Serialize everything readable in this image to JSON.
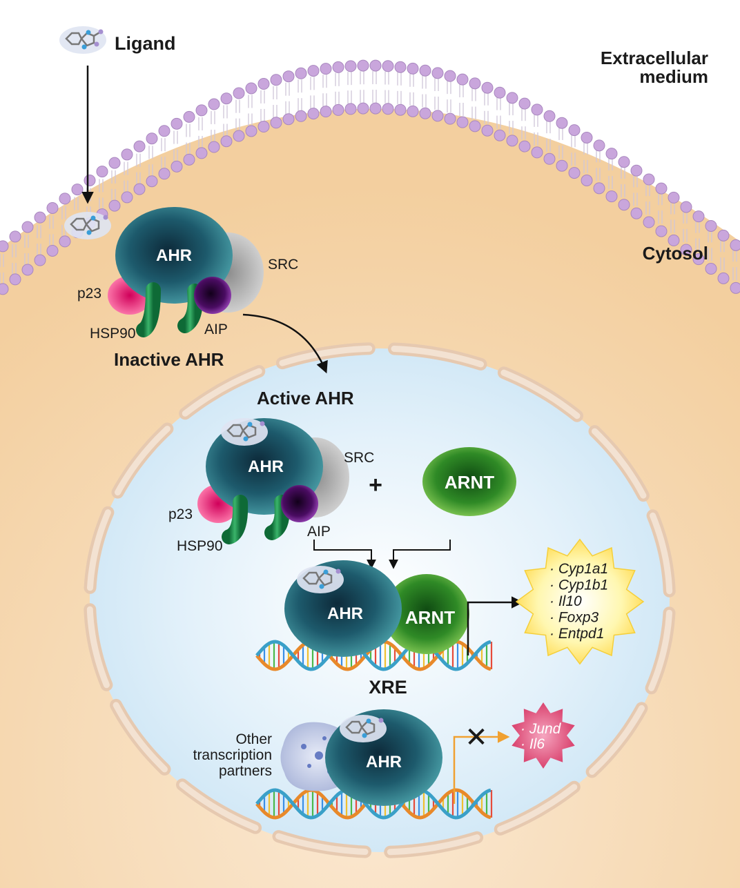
{
  "labels": {
    "ligand": "Ligand",
    "extracellular_line1": "Extracellular",
    "extracellular_line2": "medium",
    "cytosol": "Cytosol",
    "inactive_ahr": "Inactive AHR",
    "active_ahr": "Active AHR",
    "ahr": "AHR",
    "src": "SRC",
    "p23": "p23",
    "hsp90": "HSP90",
    "aip": "AIP",
    "arnt": "ARNT",
    "plus": "+",
    "xre": "XRE",
    "other_line1": "Other",
    "other_line2": "transcription",
    "other_line3": "partners",
    "blocked": "✕"
  },
  "induced_genes": [
    "Cyp1a1",
    "Cyp1b1",
    "Il10",
    "Foxp3",
    "Entpd1"
  ],
  "repressed_genes": [
    "Jund",
    "Il6"
  ],
  "colors": {
    "cytosol": "#f7dcb8",
    "nucleus": "#d9ecf8",
    "membrane_head": "#c9a6dc",
    "ahr": "#1f5f6e",
    "src": "#b8b8b8",
    "aip": "#3a0a4a",
    "hsp90": "#1f8a4c",
    "p23": "#e0307a",
    "arnt": "#2f8f2a",
    "induced_burst": "#fff4a0",
    "repressed_burst": "#e04a7a",
    "repress_arrow": "#f0a030"
  }
}
